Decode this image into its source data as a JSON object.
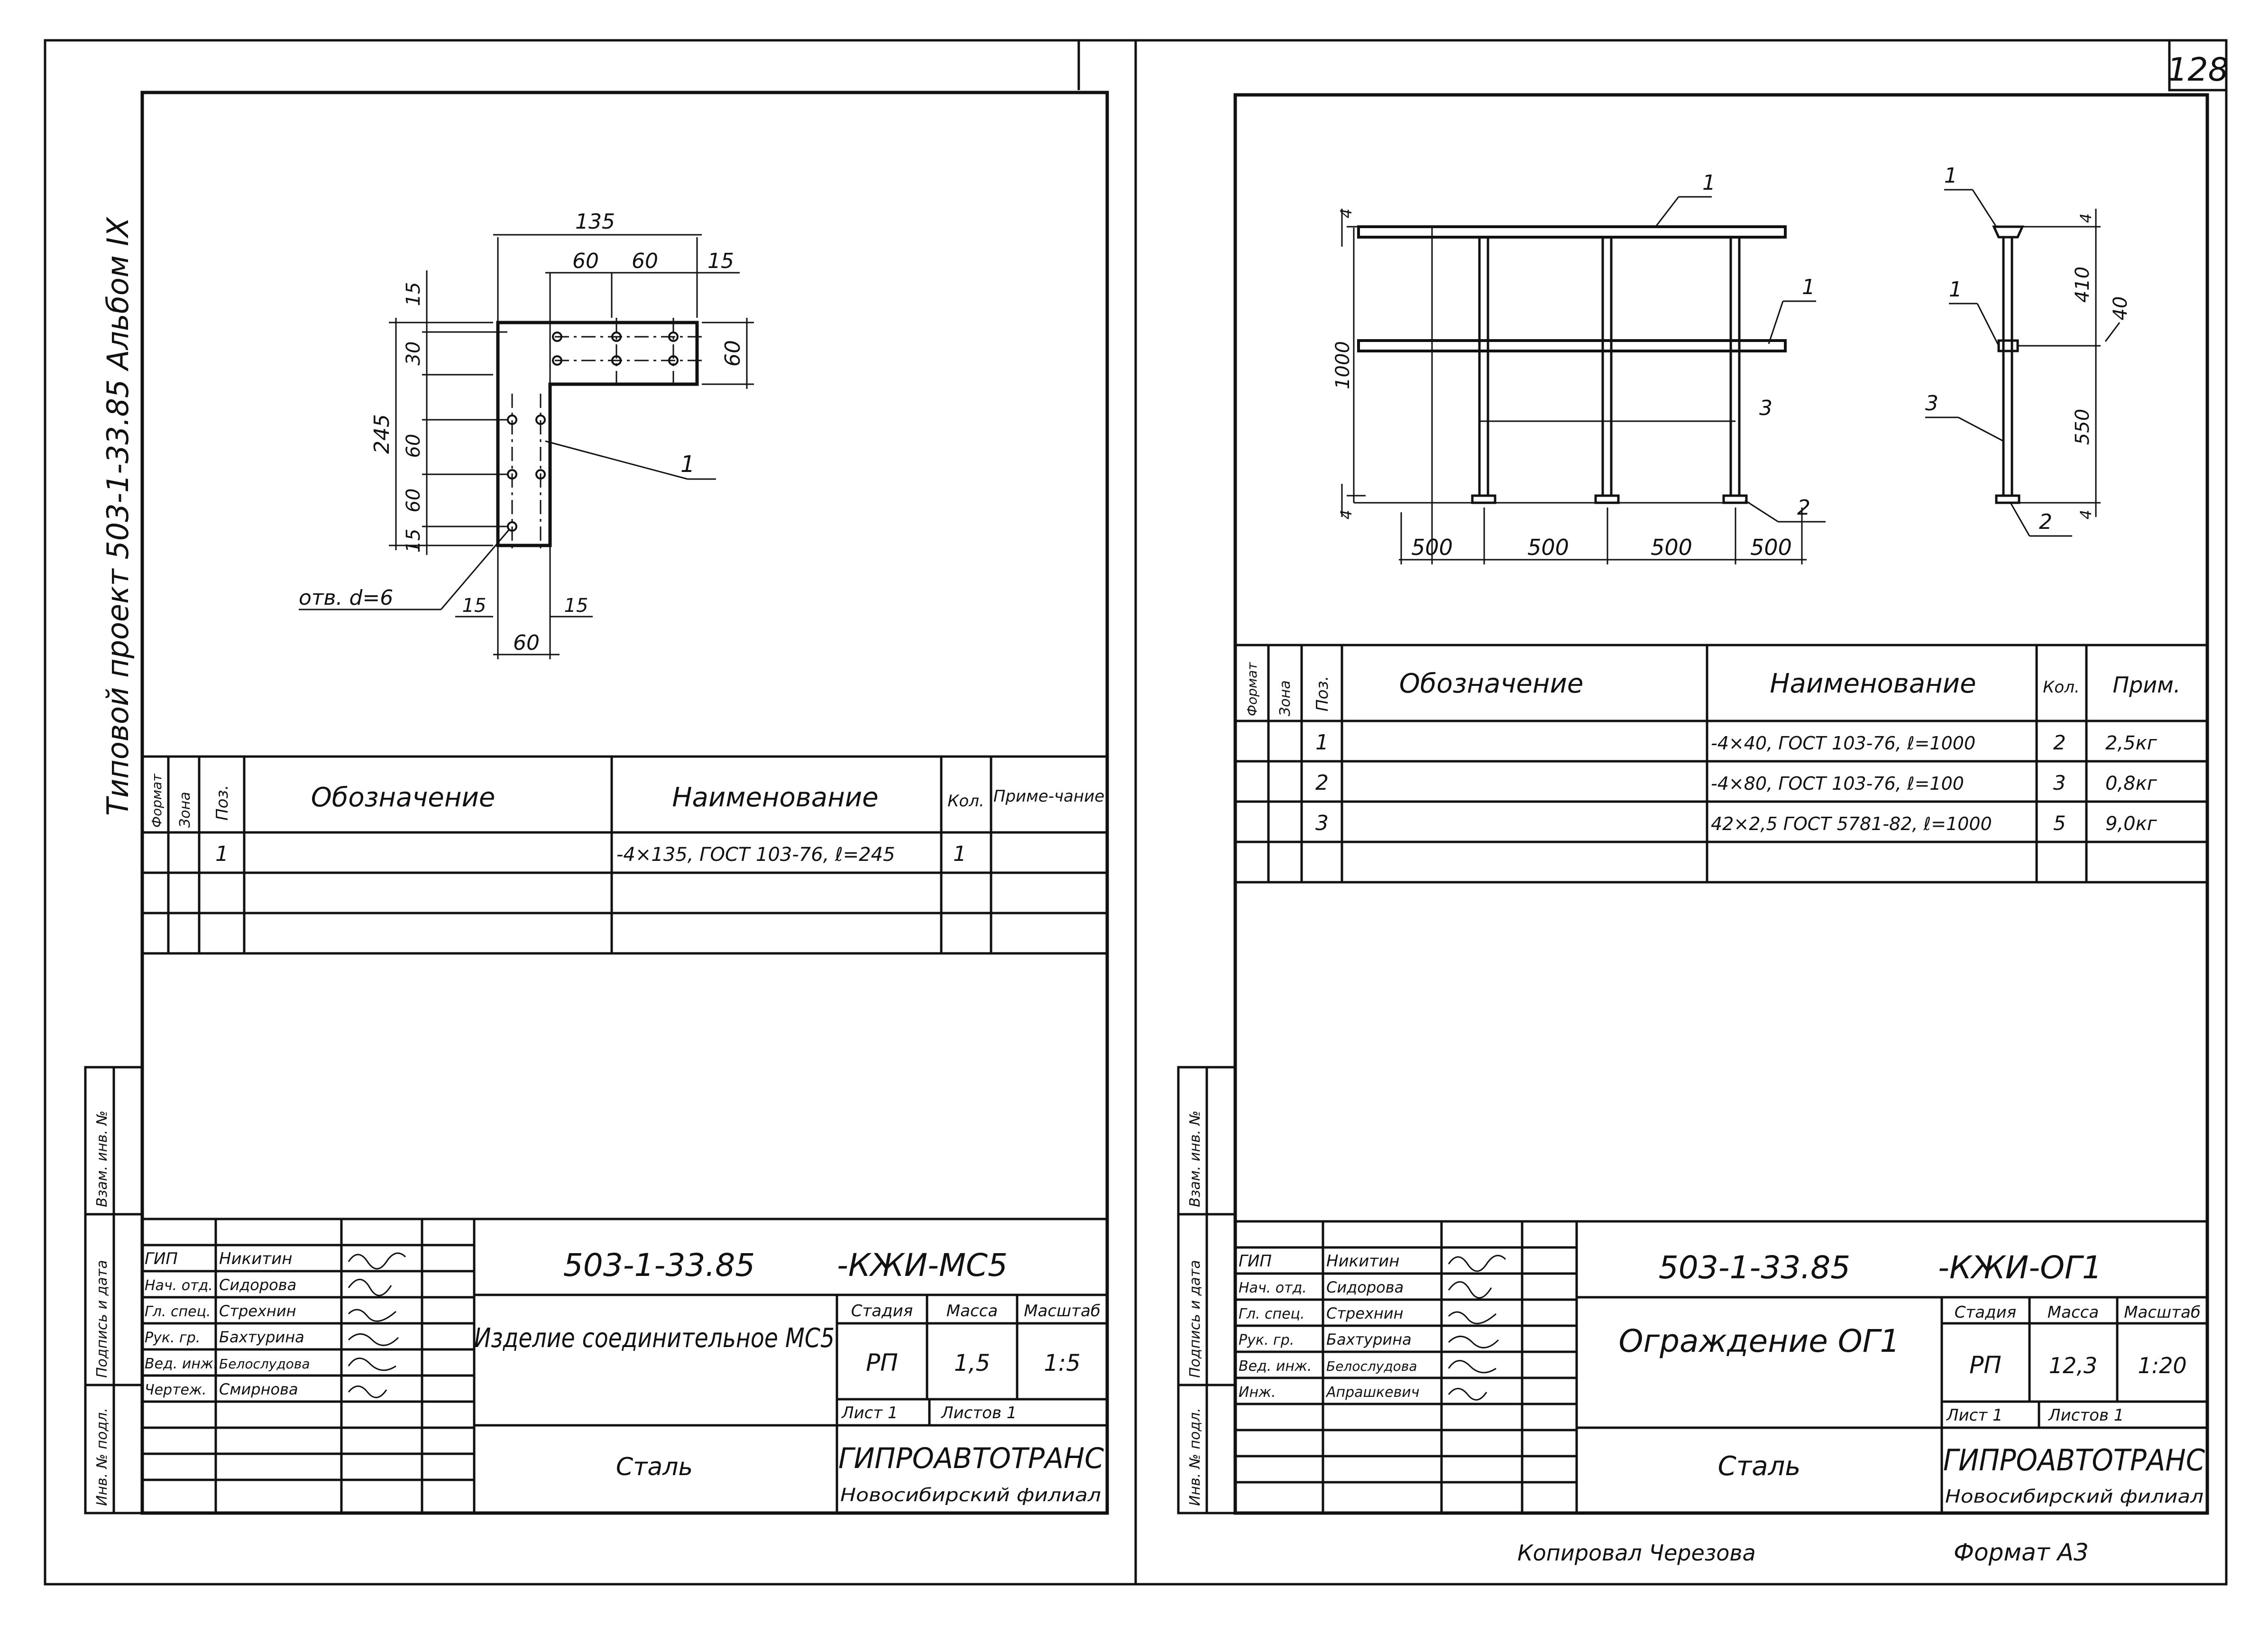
{
  "page_number": "128",
  "left_sheet": {
    "side_caption": "Типовой проект 503-1-33.85 Альбом IX",
    "side_labels": [
      "Взам. инв. №",
      "Подпись и дата",
      "Инв. № подл."
    ],
    "drawing": {
      "dims": [
        "135",
        "60",
        "60",
        "15",
        "15",
        "30",
        "60",
        "245",
        "60",
        "60",
        "15",
        "15",
        "15",
        "60"
      ],
      "hole_note": "отв. d=6",
      "callout": "1"
    },
    "spec": {
      "headers": [
        "Формат",
        "Зона",
        "Поз.",
        "Обозначение",
        "Наименование",
        "Кол.",
        "Приме-чание"
      ],
      "rows": [
        {
          "pos": "1",
          "name": "-4×135, ГОСТ 103-76, ℓ=245",
          "qty": "1",
          "note": ""
        }
      ]
    },
    "stamp": {
      "code": "503-1-33.85",
      "mark": "-КЖИ-МС5",
      "title": "Изделие соединительное МС5",
      "material": "Сталь",
      "col_headers": [
        "Стадия",
        "Масса",
        "Масштаб"
      ],
      "stage": "РП",
      "mass": "1,5",
      "scale": "1:5",
      "sheet": "Лист 1",
      "sheets": "Листов 1",
      "org": "ГИПРОАВТОТРАНС",
      "branch": "Новосибирский филиал",
      "people": [
        {
          "role": "ГИП",
          "name": "Никитин"
        },
        {
          "role": "Нач. отд.",
          "name": "Сидорова"
        },
        {
          "role": "Гл. спец.",
          "name": "Стрехнин"
        },
        {
          "role": "Рук. гр.",
          "name": "Бахтурина"
        },
        {
          "role": "Вед. инж.",
          "name": "Белослудова"
        },
        {
          "role": "Чертеж.",
          "name": "Смирнова"
        }
      ]
    }
  },
  "right_sheet": {
    "side_labels": [
      "Взам. инв. №",
      "Подпись и дата",
      "Инв. № подл."
    ],
    "drawing": {
      "dims_h": [
        "500",
        "500",
        "500",
        "500"
      ],
      "dims_v": [
        "1000",
        "4",
        "4"
      ],
      "side_dims": [
        "4",
        "410",
        "40",
        "550",
        "4"
      ],
      "callouts": [
        "1",
        "1",
        "3",
        "2",
        "1",
        "1",
        "3",
        "2"
      ]
    },
    "spec": {
      "headers": [
        "Формат",
        "Зона",
        "Поз.",
        "Обозначение",
        "Наименование",
        "Кол.",
        "Прим."
      ],
      "rows": [
        {
          "pos": "1",
          "name": "-4×40, ГОСТ 103-76, ℓ=1000",
          "qty": "2",
          "note": "2,5кг"
        },
        {
          "pos": "2",
          "name": "-4×80, ГОСТ 103-76, ℓ=100",
          "qty": "3",
          "note": "0,8кг"
        },
        {
          "pos": "3",
          "name": "42×2,5 ГОСТ 5781-82, ℓ=1000",
          "qty": "5",
          "note": "9,0кг"
        }
      ]
    },
    "stamp": {
      "code": "503-1-33.85",
      "mark": "-КЖИ-ОГ1",
      "title": "Ограждение ОГ1",
      "material": "Сталь",
      "col_headers": [
        "Стадия",
        "Масса",
        "Масштаб"
      ],
      "stage": "РП",
      "mass": "12,3",
      "scale": "1:20",
      "sheet": "Лист 1",
      "sheets": "Листов 1",
      "org": "ГИПРОАВТОТРАНС",
      "branch": "Новосибирский филиал",
      "people": [
        {
          "role": "ГИП",
          "name": "Никитин"
        },
        {
          "role": "Нач. отд.",
          "name": "Сидорова"
        },
        {
          "role": "Гл. спец.",
          "name": "Стрехнин"
        },
        {
          "role": "Рук. гр.",
          "name": "Бахтурина"
        },
        {
          "role": "Вед. инж.",
          "name": "Белослудова"
        },
        {
          "role": "Инж.",
          "name": "Апрашкевич"
        }
      ]
    }
  },
  "footer": {
    "copied": "Копировал Черезова",
    "format": "Формат А3"
  }
}
